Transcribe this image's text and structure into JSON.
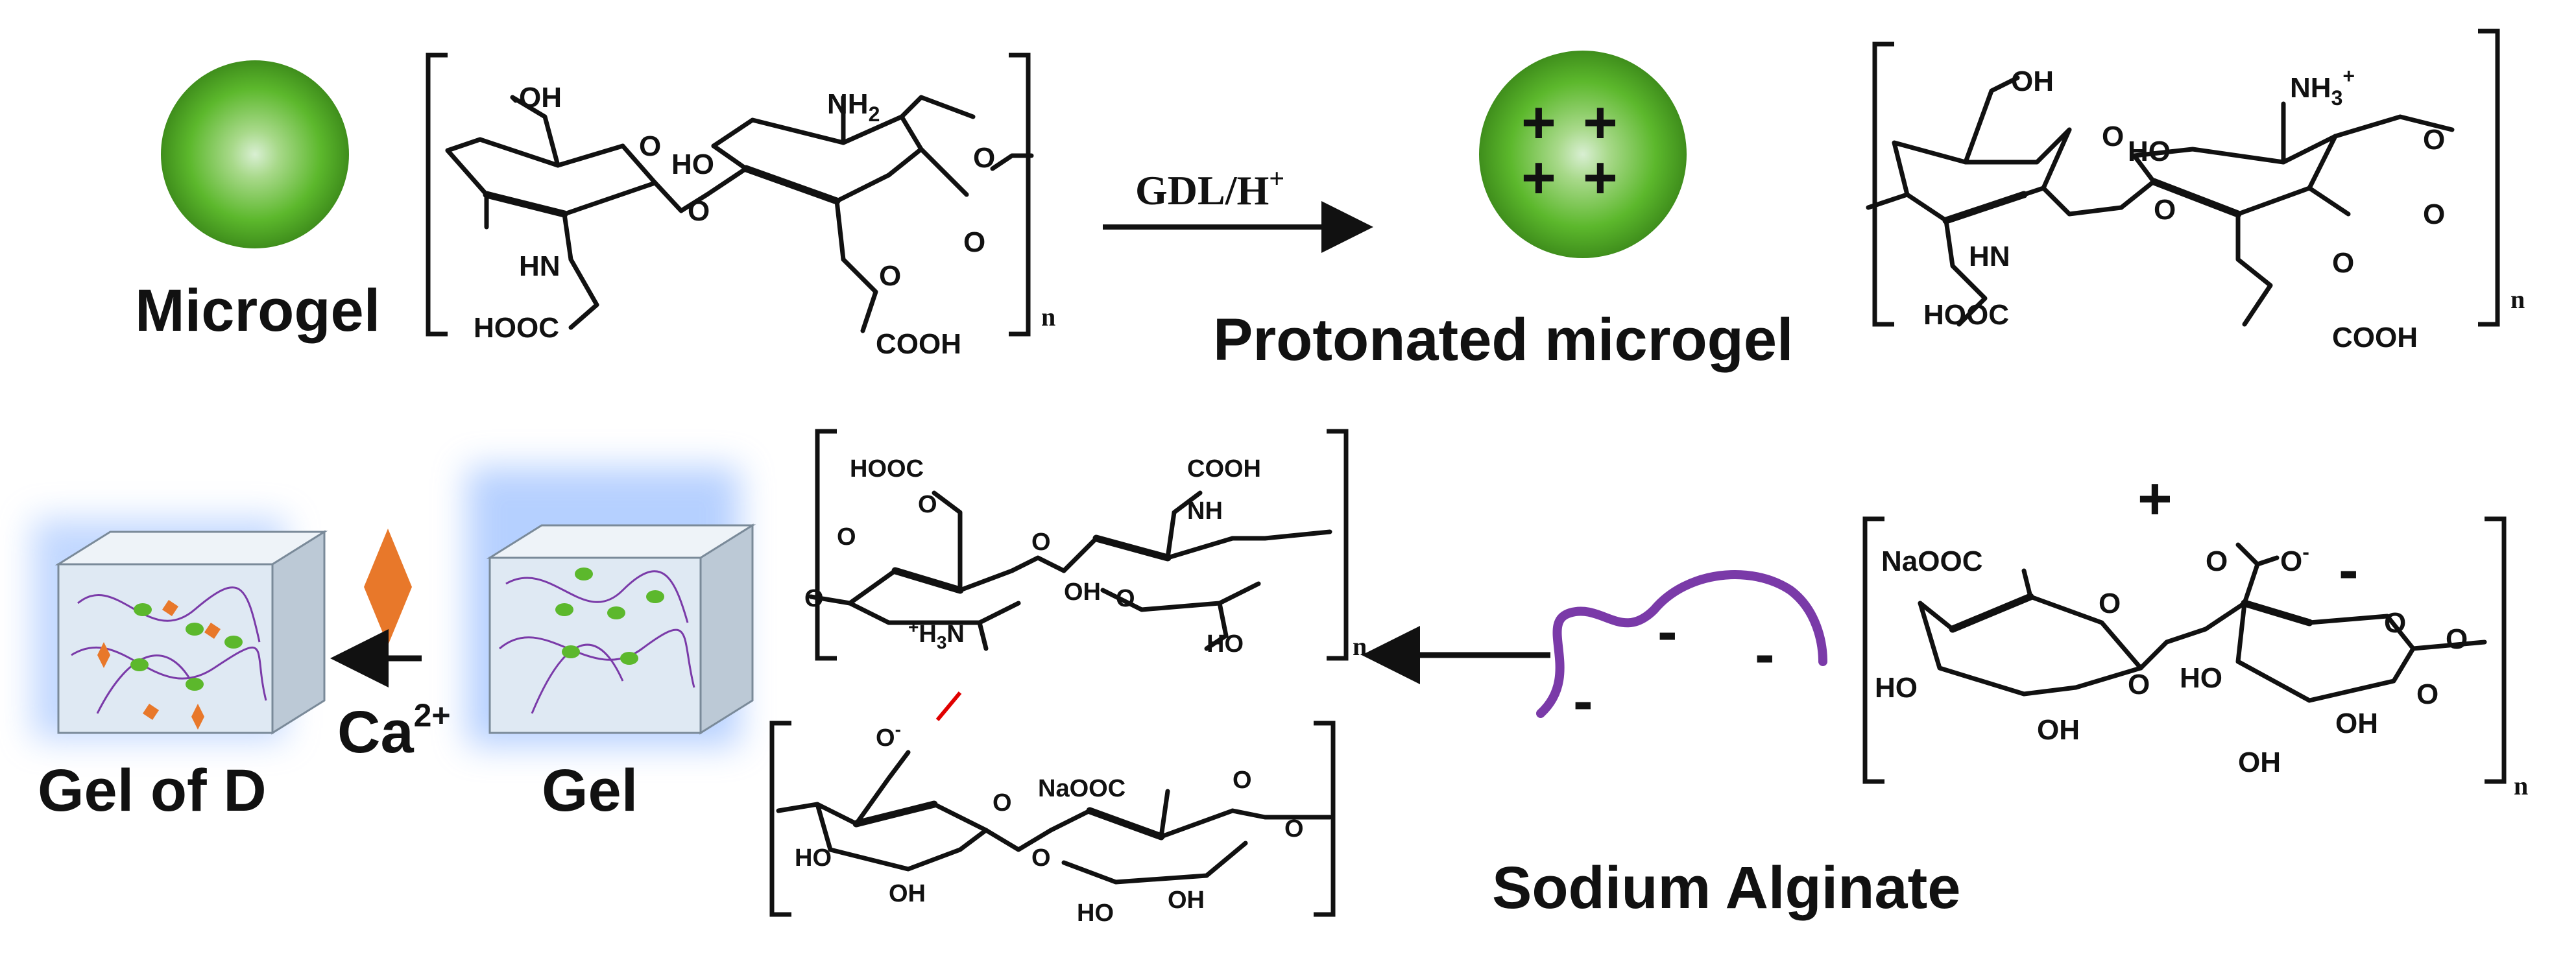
{
  "labels": {
    "microgel": "Microgel",
    "protonated_microgel": "Protonated microgel",
    "gel": "Gel",
    "gel_of_d": "Gel of D",
    "sodium_alginate": "Sodium Alginate",
    "reaction": "GDL/H",
    "reaction_sup": "+",
    "ca": "Ca",
    "ca_sup": "2+",
    "plus": "+",
    "n": "n"
  },
  "chem": {
    "oh": "OH",
    "o": "O",
    "ho": "HO",
    "nh2": "NH",
    "nh2_sub": "2",
    "nh3": "NH",
    "nh3_sub": "3",
    "nh3_sup": "+",
    "hn": "HN",
    "nh": "NH",
    "hooc": "HOOC",
    "cooh": "COOH",
    "naooc": "NaOOC",
    "o_minus": "O",
    "minus": "-",
    "h3n_pre": "+",
    "h3n": "H",
    "h3n_sub": "3",
    "h3n_n": "N",
    "charge_minus": "-"
  },
  "colors": {
    "sphere": "#5cb82c",
    "sphere_highlight": "#cfe9c6",
    "glow": "#8fb7ff",
    "strand": "#7a3aa8",
    "calcium": "#e8782a",
    "crosslink": "#e00000",
    "cube_front": "#dfe9f3",
    "cube_side": "#bcc9d6"
  },
  "icons": [
    "microgel-sphere",
    "protonated-sphere",
    "gel-cube",
    "gel-d-cube",
    "calcium-diamond",
    "alginate-strand"
  ]
}
